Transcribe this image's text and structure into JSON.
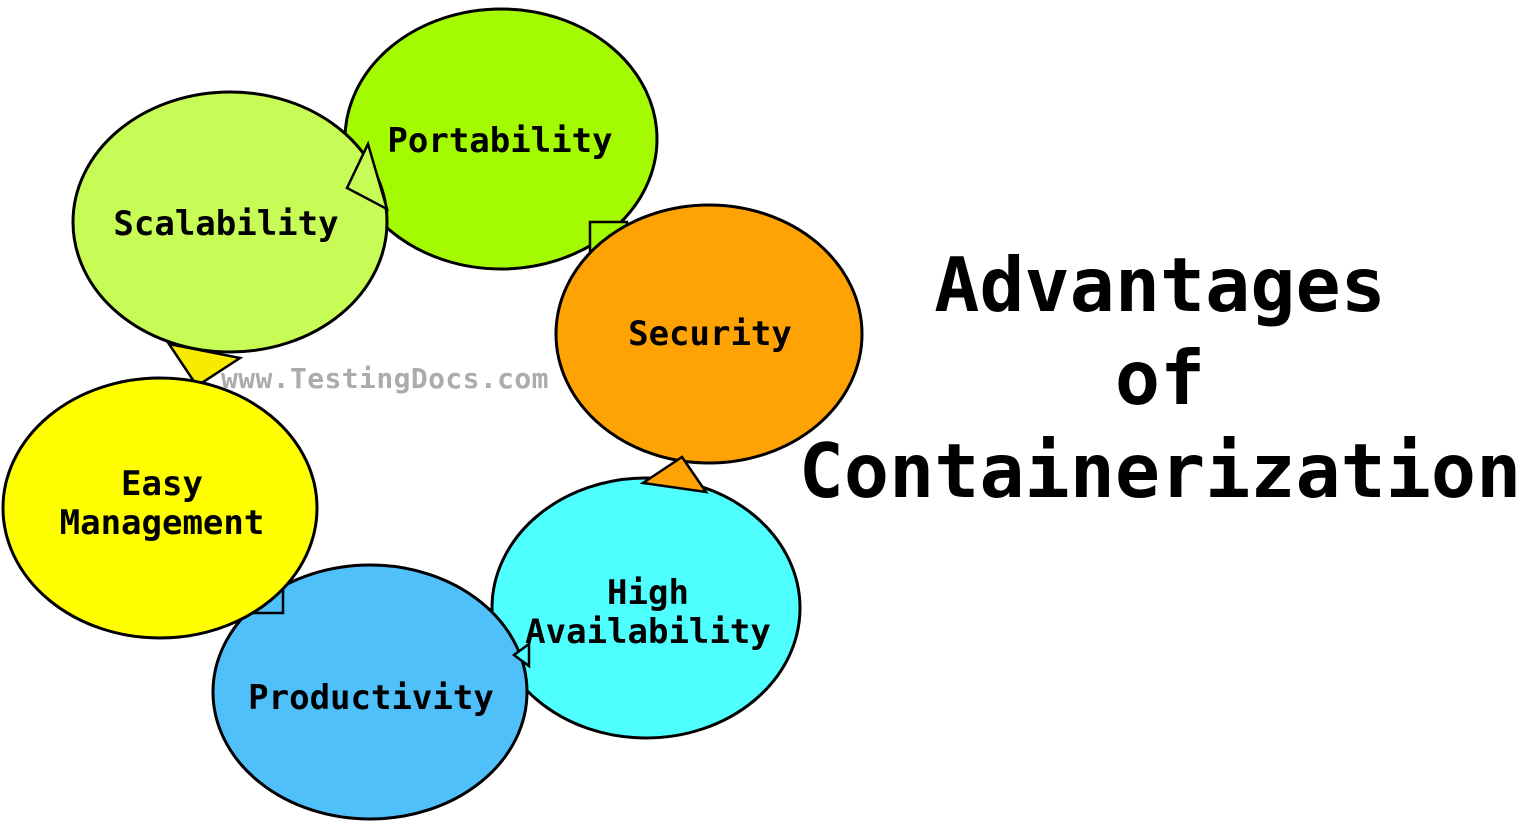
{
  "page": {
    "background": "#FFFFFF"
  },
  "title": {
    "lines": [
      "Advantages",
      "of",
      "Containerization"
    ],
    "color": "#000000"
  },
  "watermark": {
    "text": "www.TestingDocs.com",
    "color": "#ACACAC"
  },
  "diagram": {
    "type": "cycle",
    "stroke_color": "#000000",
    "label_color": "#000000",
    "nodes": [
      {
        "id": "portability",
        "label": "Portability",
        "lines": [
          "Portability"
        ],
        "fill": "#A4FA00"
      },
      {
        "id": "scalability",
        "label": "Scalability",
        "lines": [
          "Scalability"
        ],
        "fill": "#C7FB55"
      },
      {
        "id": "security",
        "label": "Security",
        "lines": [
          "Security"
        ],
        "fill": "#FFA305"
      },
      {
        "id": "easy-management",
        "label": "Easy Management",
        "lines": [
          "Easy",
          "Management"
        ],
        "fill": "#FFFF00"
      },
      {
        "id": "high-availability",
        "label": "High Availability",
        "lines": [
          "High",
          "Availability"
        ],
        "fill": "#4FFFFF"
      },
      {
        "id": "productivity",
        "label": "Productivity",
        "lines": [
          "Productivity"
        ],
        "fill": "#4FC0FA"
      }
    ],
    "connectors": [
      {
        "id": "scalability-portability",
        "shape": "triangle",
        "fill": "#C7FB55"
      },
      {
        "id": "portability-security",
        "shape": "square",
        "fill": "#A4FA00"
      },
      {
        "id": "scalability-easy-management",
        "shape": "triangle",
        "fill": "#F8EB00"
      },
      {
        "id": "security-high-availability",
        "shape": "triangle",
        "fill": "#FFA305"
      },
      {
        "id": "high-availability-productivity",
        "shape": "triangle",
        "fill": "#4FFFFF"
      },
      {
        "id": "easy-management-productivity",
        "shape": "square",
        "fill": "#4FC0FA"
      }
    ]
  }
}
